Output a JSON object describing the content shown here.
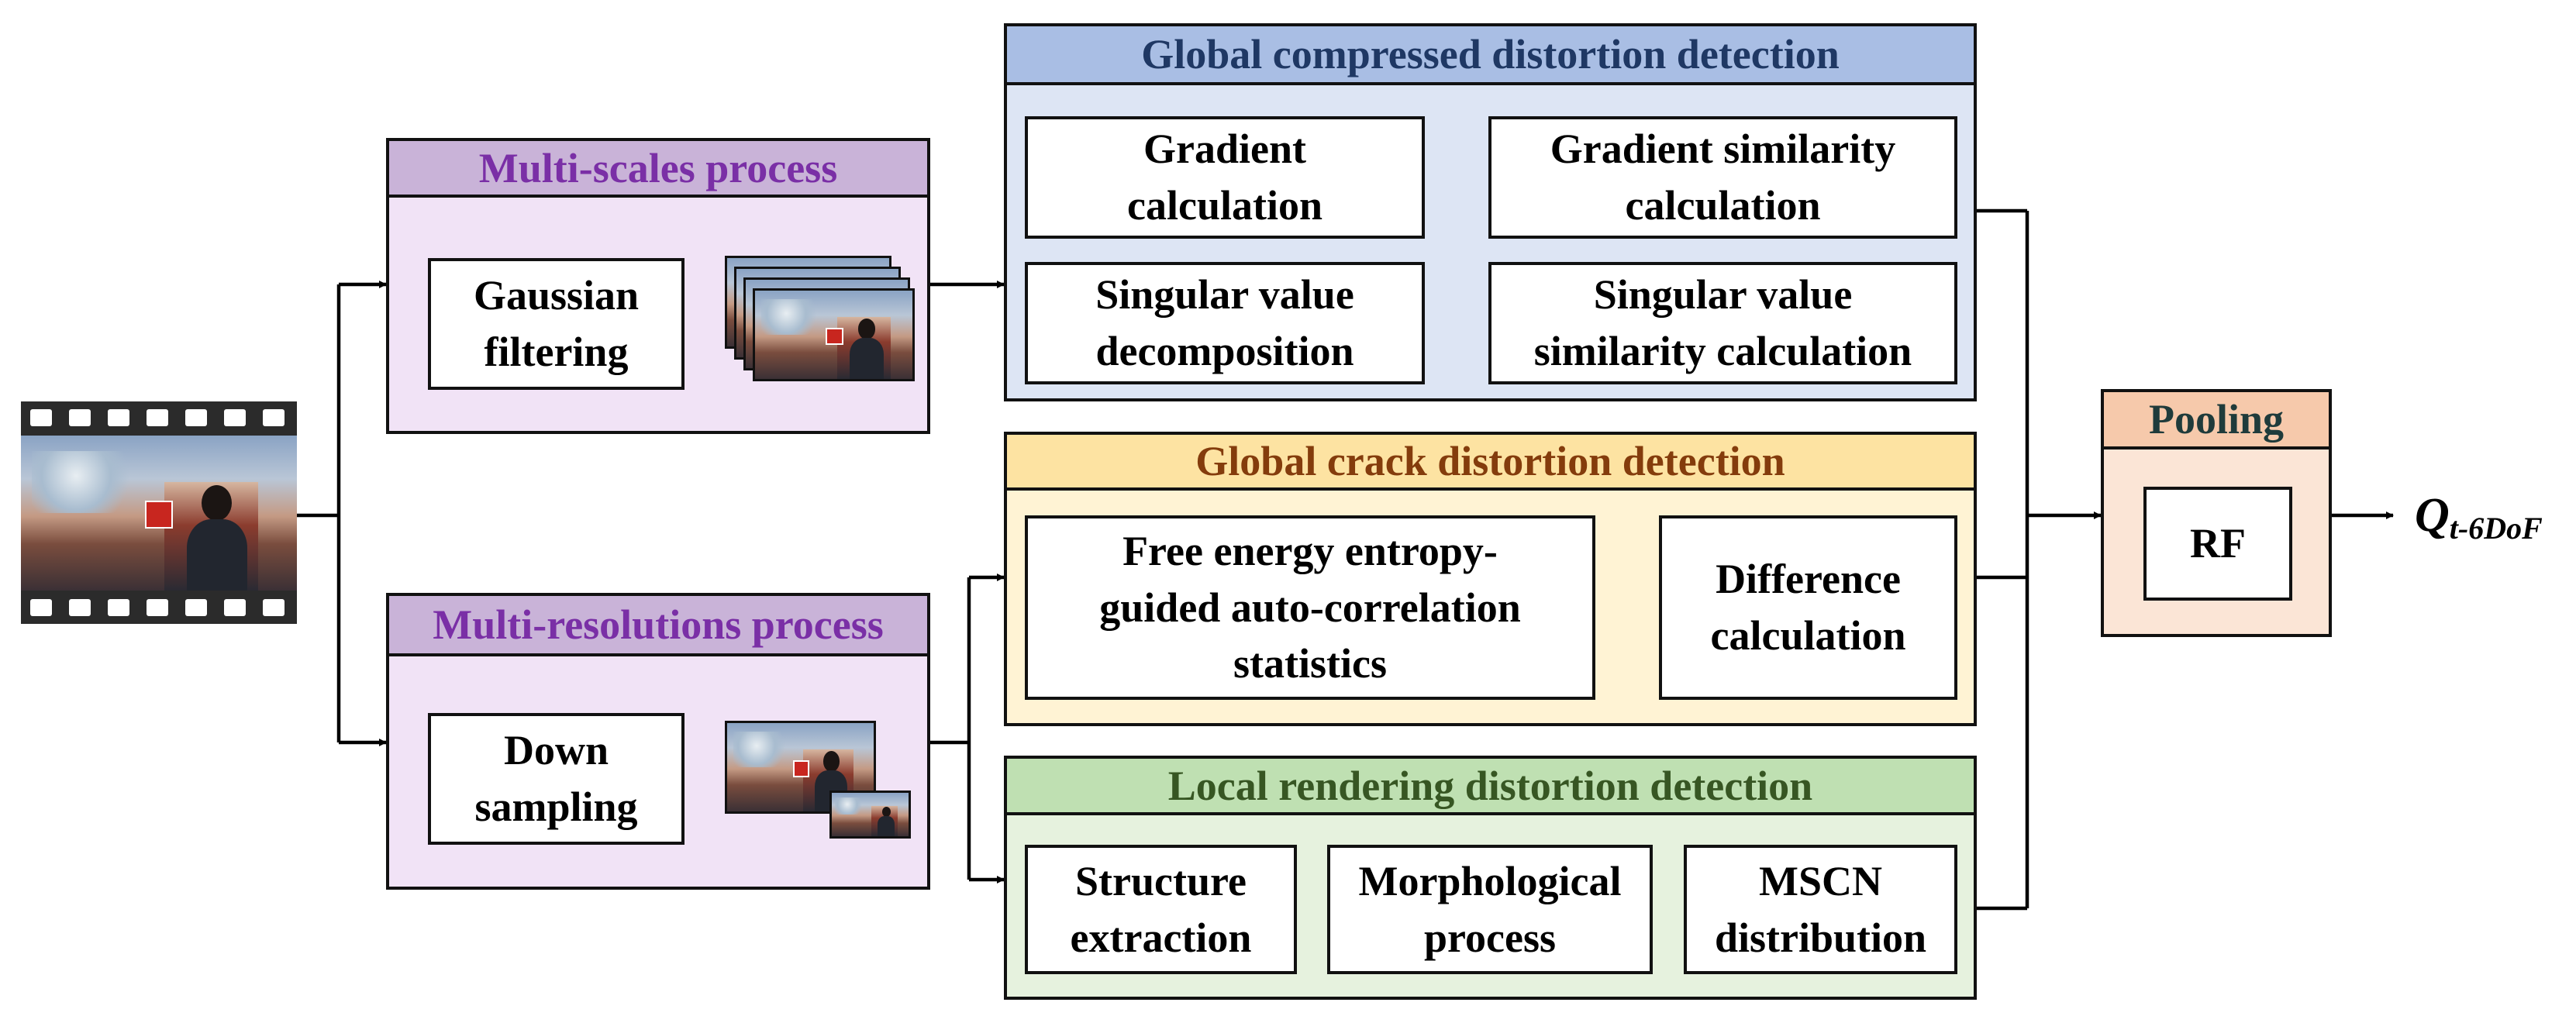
{
  "colors": {
    "purple_header": "#c9b3d8",
    "purple_panel": "#f1e3f6",
    "purple_text": "#7a2fa6",
    "blue_header": "#a9bee4",
    "blue_panel": "#dde5f4",
    "blue_text": "#1f3864",
    "orange_header": "#fde3a2",
    "orange_panel": "#fff3d4",
    "orange_text": "#843c0c",
    "green_header": "#bfe0b2",
    "green_panel": "#e6f2de",
    "green_text": "#375623",
    "peach_header": "#f6c9ab",
    "peach_panel": "#fbe5d6",
    "peach_text": "#1f3b3b"
  },
  "input": {
    "icon": "film-strip-icon"
  },
  "multiscale": {
    "title": "Multi-scales process",
    "node": [
      "Gaussian",
      "filtering"
    ],
    "stack_icon": "image-pyramid-icon"
  },
  "multires": {
    "title": "Multi-resolutions process",
    "node": [
      "Down",
      "sampling"
    ],
    "stack_icon": "downsampled-images-icon"
  },
  "compressed": {
    "title": "Global compressed distortion detection",
    "gradient_calc": [
      "Gradient",
      "calculation"
    ],
    "gradient_sim": [
      "Gradient similarity",
      "calculation"
    ],
    "svd": [
      "Singular value",
      "decomposition"
    ],
    "sv_sim": [
      "Singular value",
      "similarity calculation"
    ]
  },
  "crack": {
    "title": "Global crack distortion detection",
    "free_energy": [
      "Free energy entropy-",
      "guided auto-correlation",
      "statistics"
    ],
    "difference": [
      "Difference",
      "calculation"
    ]
  },
  "rendering": {
    "title": "Local rendering distortion  detection",
    "structure": [
      "Structure",
      "extraction"
    ],
    "morph": [
      "Morphological",
      "process"
    ],
    "mscn": [
      "MSCN",
      "distribution"
    ]
  },
  "pooling": {
    "title": "Pooling",
    "rf": "RF"
  },
  "output": {
    "q": "Q",
    "subscript": "t-6DoF"
  }
}
